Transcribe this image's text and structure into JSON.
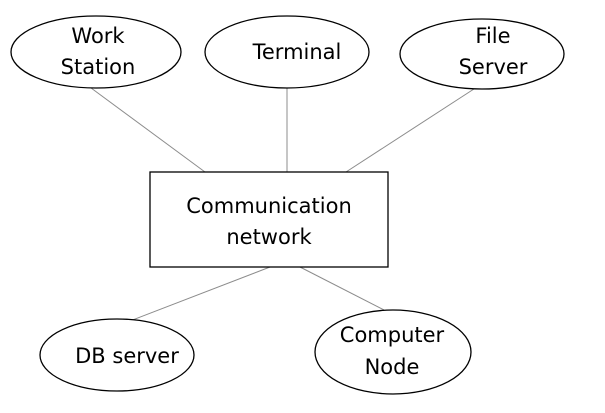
{
  "diagram": {
    "hub": {
      "line1": "Communication",
      "line2": "network"
    },
    "nodes": {
      "workstation": {
        "line1": "Work",
        "line2": "Station"
      },
      "terminal": {
        "line1": "Terminal"
      },
      "fileserver": {
        "line1": "File",
        "line2": "Server"
      },
      "dbserver": {
        "line1": "DB server"
      },
      "computernode": {
        "line1": "Computer",
        "line2": "Node"
      }
    }
  }
}
